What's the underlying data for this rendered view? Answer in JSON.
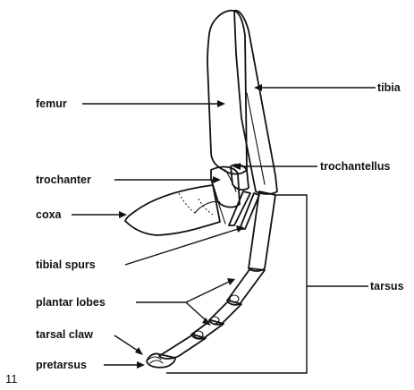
{
  "figure_number": "11",
  "labels": {
    "femur": "femur",
    "tibia": "tibia",
    "trochanter": "trochanter",
    "trochantellus": "trochantellus",
    "coxa": "coxa",
    "tibial_spurs": "tibial spurs",
    "plantar_lobes": "plantar lobes",
    "tarsus": "tarsus",
    "tarsal_claw": "tarsal claw",
    "pretarsus": "pretarsus"
  }
}
